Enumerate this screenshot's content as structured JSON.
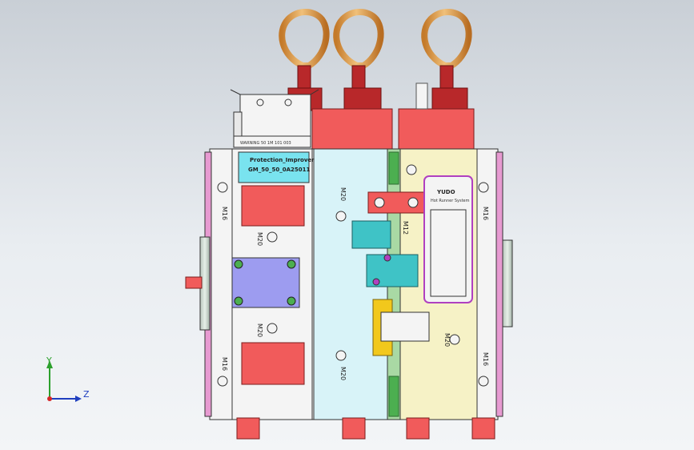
{
  "colors": {
    "background_top": "#c9cfd6",
    "background_bottom": "#f3f5f7",
    "frame": "#f4f4f4",
    "cyan_plate": "#d8f3f8",
    "yellow_plate": "#f6f2c6",
    "red_block": "#f15b5b",
    "dark_red": "#b8282a",
    "eyebolt_gold": "#e6a24f",
    "blue_plate": "#9d9cf0",
    "green_strip": "#4caf50",
    "teal_connector": "#3fc3c6",
    "yellow_clamp": "#f2c81c",
    "pink_edge": "#e79ad1"
  },
  "labels": {
    "warning_plate": "WARNING  50 1M 101 003",
    "product_line1": "Protection_Improver",
    "product_line2": "GM_50_50_0A25011",
    "brand": "YUDO",
    "brand_sub": "Hot Runner System",
    "m16_label": "M16",
    "m20_label": "M20",
    "m12_label": "M12"
  },
  "axis_triad": {
    "y_label": "Y",
    "z_label": "Z"
  }
}
